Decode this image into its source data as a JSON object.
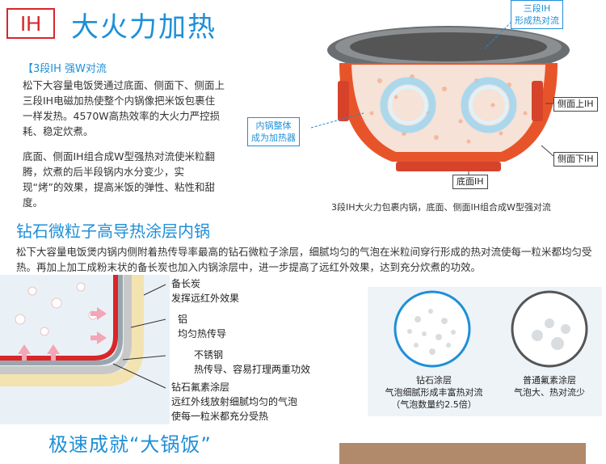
{
  "header": {
    "badge": "IH",
    "title": "大火力加热"
  },
  "section1": {
    "subhead": "【3段IH  强W对流",
    "para1": "松下大容量电饭煲通过底面、侧面下、侧面上三段IH电磁加热使整个内锅像把米饭包裹住一样发热。4570W高热效率的大火力严控损耗、稳定炊煮。",
    "para2": "底面、侧面IH组合成W型强热对流使米粒翻腾，炊煮的后半段锅内水分变少，实现“烤”的效果，提高米饭的弹性、粘性和甜度。"
  },
  "pot": {
    "label_top": "三段IH\n形成热对流",
    "label_top_l1": "三段IH",
    "label_top_l2": "形成热对流",
    "label_inner_l1": "内锅整体",
    "label_inner_l2": "成为加热器",
    "label_side_upper": "侧面上IH",
    "label_side_lower": "侧面下IH",
    "label_bottom": "底面IH",
    "caption": "3段IH大火力包裹内锅，底面、侧面IH组合成W型强对流",
    "colors": {
      "pot": "#e8542a",
      "lid": "#6b6e70",
      "water": "#9fd6f0"
    }
  },
  "section2": {
    "title": "钻石微粒子高导热涂层内锅",
    "para": "松下大容量电饭煲内锅内侧附着热传导率最高的钻石微粒子涂层，细腻均匀的气泡在米粒间穿行形成的热对流使每一粒米都均匀受热。再加上加工成粉末状的备长炭也加入内锅涂层中，进一步提高了远红外效果，达到充分炊煮的功效。"
  },
  "layers": [
    {
      "name": "备长炭",
      "desc": "发挥远红外效果"
    },
    {
      "name": "铝",
      "desc": "均匀热传导"
    },
    {
      "name": "不锈钢",
      "desc": "热传导、容易打理两重功效"
    },
    {
      "name": "钻石氟素涂层",
      "desc": "远红外线放射细腻均匀的气泡",
      "desc2": "使每一粒米都充分受热"
    }
  ],
  "compare": {
    "left_l1": "钻石涂层",
    "left_l2": "气泡细腻形成丰富热对流",
    "left_l3": "（气泡数量约2.5倍）",
    "right_l1": "普通氟素涂层",
    "right_l2": "气泡大、热对流少"
  },
  "section3": {
    "title": "极速成就“大锅饭”"
  }
}
